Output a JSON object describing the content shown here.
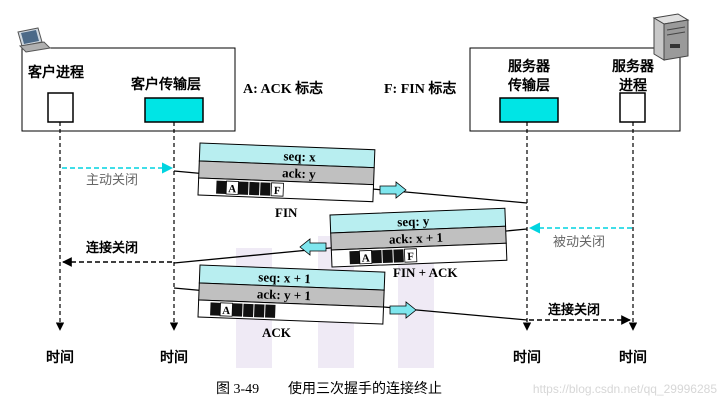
{
  "client": {
    "process_label": "客户进程",
    "transport_label": "客户传输层"
  },
  "server": {
    "transport_label_line1": "服务器",
    "transport_label_line2": "传输层",
    "process_label_line1": "服务器",
    "process_label_line2": "进程"
  },
  "legend": {
    "ack_flag": "A: ACK 标志",
    "fin_flag": "F: FIN 标志"
  },
  "events": {
    "active_close": "主动关闭",
    "passive_close": "被动关闭",
    "conn_closed_left": "连接关闭",
    "conn_closed_right": "连接关闭"
  },
  "segments": [
    {
      "seq": "seq: x",
      "ack": "ack: y",
      "name": "FIN",
      "flags": [
        "A",
        "F"
      ]
    },
    {
      "seq": "seq: y",
      "ack": "ack: x + 1",
      "name": "FIN + ACK",
      "flags": [
        "A",
        "F"
      ]
    },
    {
      "seq": "seq: x + 1",
      "ack": "ack: y + 1",
      "name": "ACK",
      "flags": [
        "A"
      ]
    }
  ],
  "time_labels": [
    "时间",
    "时间",
    "时间",
    "时间"
  ],
  "caption": {
    "number": "图 3-49",
    "text": "使用三次握手的连接终止"
  },
  "watermark": "https://blog.csdn.net/qq_29996285",
  "colors": {
    "cyan_box": "#00e5e5",
    "light_cyan": "#b8eef0",
    "gray_row": "#c0c0c0",
    "flag_dark": "#111111",
    "dashed_cyan": "#00d4e0",
    "watermark_purple": "#ece6f3"
  }
}
